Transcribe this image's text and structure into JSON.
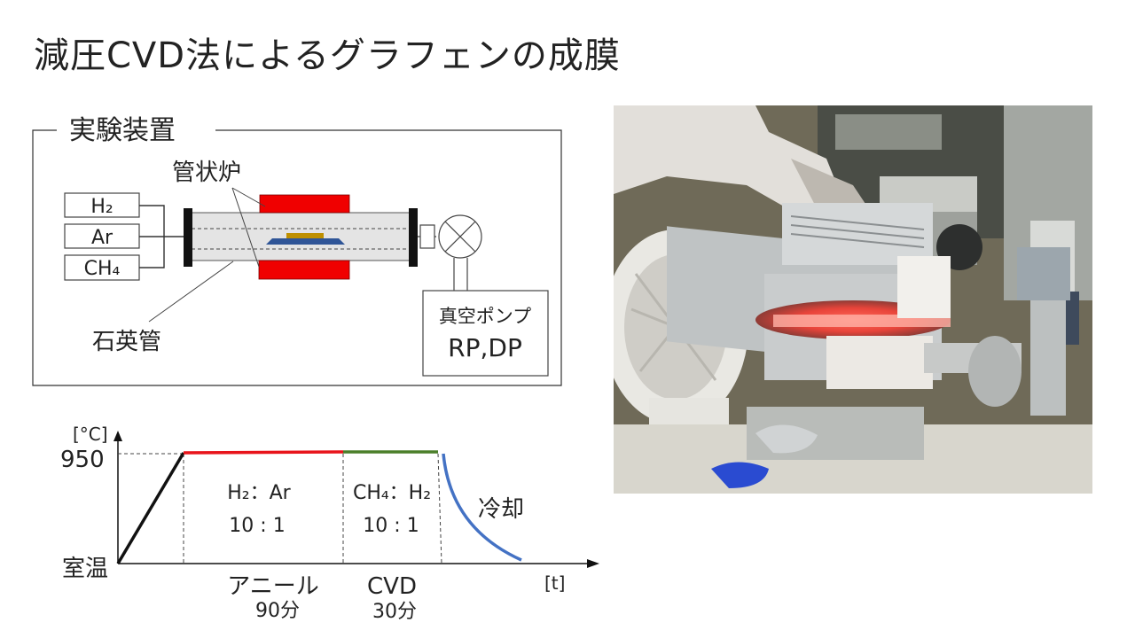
{
  "title": "減圧CVD法によるグラフェンの成膜",
  "apparatus": {
    "heading": "実験装置",
    "gases": [
      "H₂",
      "Ar",
      "CH₄"
    ],
    "furnace_label": "管状炉",
    "tube_label": "石英管",
    "pump_title": "真空ポンプ",
    "pump_types": "RP,DP"
  },
  "profile": {
    "y_unit": "[°C]",
    "x_unit": "[t]",
    "y_high": "950",
    "y_low": "室温",
    "anneal_ratio_label": "H₂：Ar",
    "anneal_ratio": "10 : 1",
    "cvd_ratio_label": "CH₄：H₂",
    "cvd_ratio": "10 : 1",
    "cooling_label": "冷却",
    "anneal_label": "アニール",
    "anneal_time": "90分",
    "cvd_label": "CVD",
    "cvd_time": "30分",
    "colors": {
      "anneal": "#e8141b",
      "cvd": "#4b7f2a",
      "cool": "#4472c4",
      "ramp": "#111111"
    }
  },
  "colors": {
    "furnace": "#f00000",
    "sample_substrate": "#2f5597",
    "sample_film": "#bf9000",
    "tube": "#e4e4e4"
  }
}
